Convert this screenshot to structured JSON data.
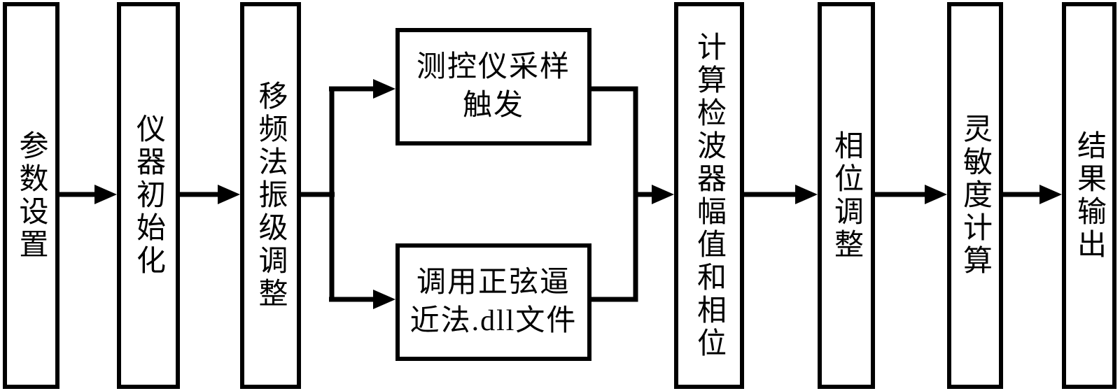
{
  "diagram": {
    "colors": {
      "background": "#ffffff",
      "box_fill": "#ffffff",
      "border": "#000000",
      "line": "#000000",
      "text": "#000000"
    },
    "nodes": {
      "param_settings": {
        "label": "参数设置"
      },
      "instrument_init": {
        "label": "仪器初始化"
      },
      "freq_shift_adjust": {
        "label": "移频法振级调整"
      },
      "sampling_trigger": {
        "line1": "测控仪采样",
        "line2": "触发"
      },
      "dll_call": {
        "line1": "调用正弦逼",
        "line2": "近法.dll文件"
      },
      "detector_calc": {
        "label": "计算检波器幅值和相位"
      },
      "phase_adjust": {
        "label": "相位调整"
      },
      "sensitivity_calc": {
        "label": "灵敏度计算"
      },
      "result_output": {
        "label": "结果输出"
      }
    },
    "edges": [
      {
        "from": "param_settings",
        "to": "instrument_init"
      },
      {
        "from": "instrument_init",
        "to": "freq_shift_adjust"
      },
      {
        "from": "freq_shift_adjust",
        "to": "sampling_trigger"
      },
      {
        "from": "freq_shift_adjust",
        "to": "dll_call"
      },
      {
        "from": "sampling_trigger",
        "to": "detector_calc"
      },
      {
        "from": "dll_call",
        "to": "detector_calc"
      },
      {
        "from": "detector_calc",
        "to": "phase_adjust"
      },
      {
        "from": "phase_adjust",
        "to": "sensitivity_calc"
      },
      {
        "from": "sensitivity_calc",
        "to": "result_output"
      }
    ]
  }
}
